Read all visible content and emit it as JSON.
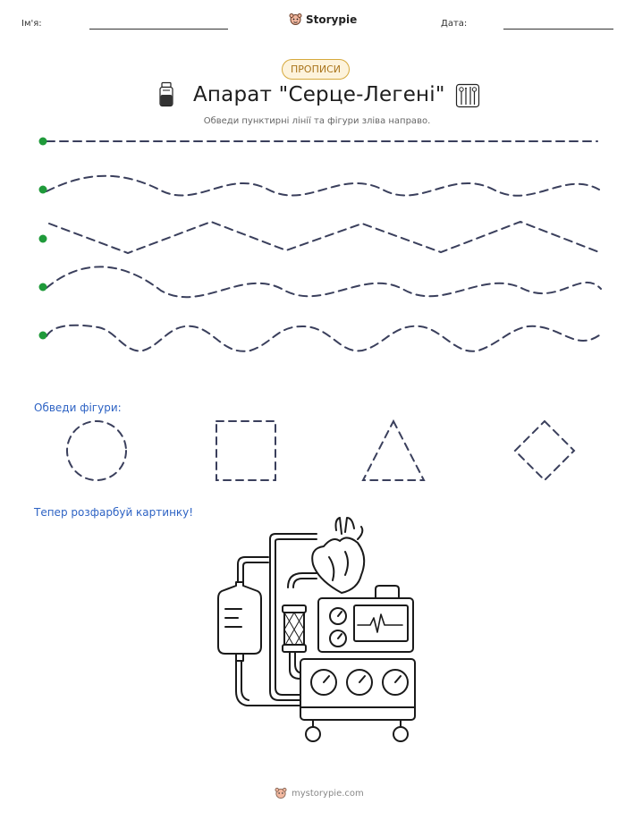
{
  "header": {
    "name_label": "Ім'я:",
    "brand": "Storypie",
    "date_label": "Дата:"
  },
  "worksheet": {
    "badge": "ПРОПИСИ",
    "title": "Апарат \"Серце-Легені\"",
    "subtitle": "Обведи пунктирні лінії та фігури зліва направо."
  },
  "sections": {
    "shapes_title": "Обведи фігури:",
    "coloring_title": "Тепер розфарбуй картинку!"
  },
  "footer": {
    "site": "mystorypie.com"
  },
  "colors": {
    "dot": "#1f9a3a",
    "dash": "#3a3f5c",
    "section_text": "#2e63c4",
    "badge_border": "#d6a93d"
  },
  "icons": {
    "left": "medicine-vial-icon",
    "right": "surgical-tools-icon",
    "brand": "storypie-mascot-icon"
  }
}
